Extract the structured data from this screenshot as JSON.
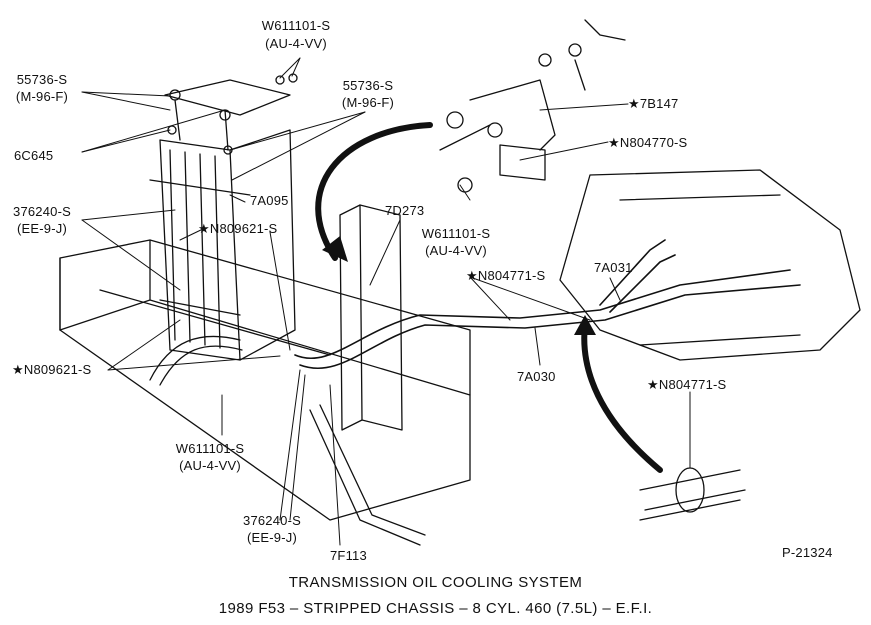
{
  "labels": {
    "w611101_top": "W611101-S",
    "w611101_top_code": "(AU-4-VV)",
    "m55736_left": "55736-S",
    "m55736_left_code": "(M-96-F)",
    "m55736_mid": "55736-S",
    "m55736_mid_code": "(M-96-F)",
    "c6c645": "6C645",
    "p376240_left": "376240-S",
    "p376240_left_code": "(EE-9-J)",
    "p7a095": "7A095",
    "n809621_upper": "★N809621-S",
    "n809621_lower": "★N809621-S",
    "p7b147": "★7B147",
    "n804770": "★N804770-S",
    "w611101_right": "W611101-S",
    "w611101_right_code": "(AU-4-VV)",
    "p7d273": "7D273",
    "n804771_upper": "★N804771-S",
    "p7a031": "7A031",
    "p7a030": "7A030",
    "n804771_lower": "★N804771-S",
    "w611101_bottom": "W611101-S",
    "w611101_bottom_code": "(AU-4-VV)",
    "p376240_bottom": "376240-S",
    "p376240_bottom_code": "(EE-9-J)",
    "p7f113": "7F113",
    "figure_no": "P-21324"
  },
  "caption": {
    "line1": "TRANSMISSION OIL COOLING SYSTEM",
    "line2": "1989 F53 – STRIPPED CHASSIS – 8 CYL. 460 (7.5L) – E.F.I."
  }
}
